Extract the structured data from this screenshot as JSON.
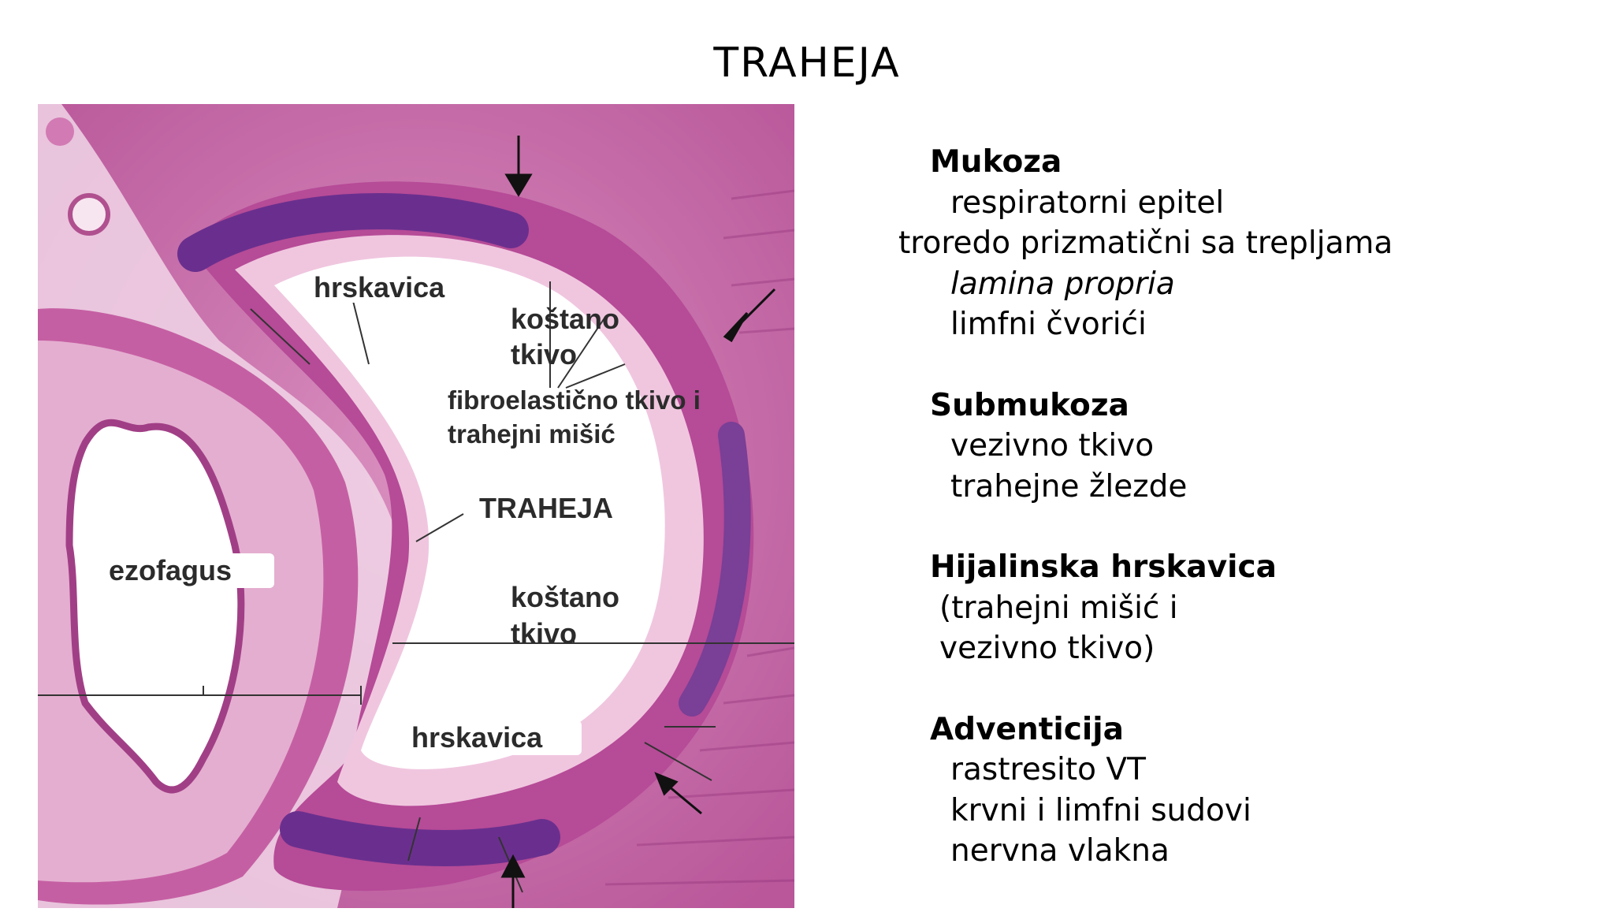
{
  "title": "TRAHEJA",
  "image_labels": {
    "hrskavica_top": "hrskavica",
    "kostano_top_1": "koštano",
    "kostano_top_2": "tkivo",
    "fibro_1": "fibroelastično tkivo i",
    "fibro_2": "trahejni mišić",
    "traheja": "TRAHEJA",
    "ezofagus": "ezofagus",
    "kostano_bot_1": "koštano",
    "kostano_bot_2": "tkivo",
    "hrskavica_bot": "hrskavica"
  },
  "sections": [
    {
      "title": "Mukoza",
      "items": [
        {
          "text": "respiratorni epitel",
          "style": "indent"
        },
        {
          "text": "troredo prizmatični sa trepljama",
          "style": "wide"
        },
        {
          "text": "lamina propria",
          "style": "italic"
        },
        {
          "text": "limfni čvorići",
          "style": "indent"
        }
      ]
    },
    {
      "title": "Submukoza",
      "items": [
        {
          "text": "vezivno tkivo",
          "style": "indent"
        },
        {
          "text": "trahejne žlezde",
          "style": "indent"
        }
      ]
    },
    {
      "title": "Hijalinska hrskavica",
      "items": [
        {
          "text": "(trahejni mišić i",
          "style": "mid"
        },
        {
          "text": "vezivno tkivo)",
          "style": "mid"
        }
      ]
    },
    {
      "title": "Adventicija",
      "items": [
        {
          "text": "rastresito VT",
          "style": "indent"
        },
        {
          "text": "krvni i limfni sudovi",
          "style": "indent"
        },
        {
          "text": "nervna vlakna",
          "style": "indent"
        }
      ]
    }
  ],
  "colors": {
    "tissue_pink": "#c86aa8",
    "tissue_light": "#e6b8d4",
    "cartilage_purple": "#7a3f96",
    "lumen_white": "#ffffff"
  }
}
